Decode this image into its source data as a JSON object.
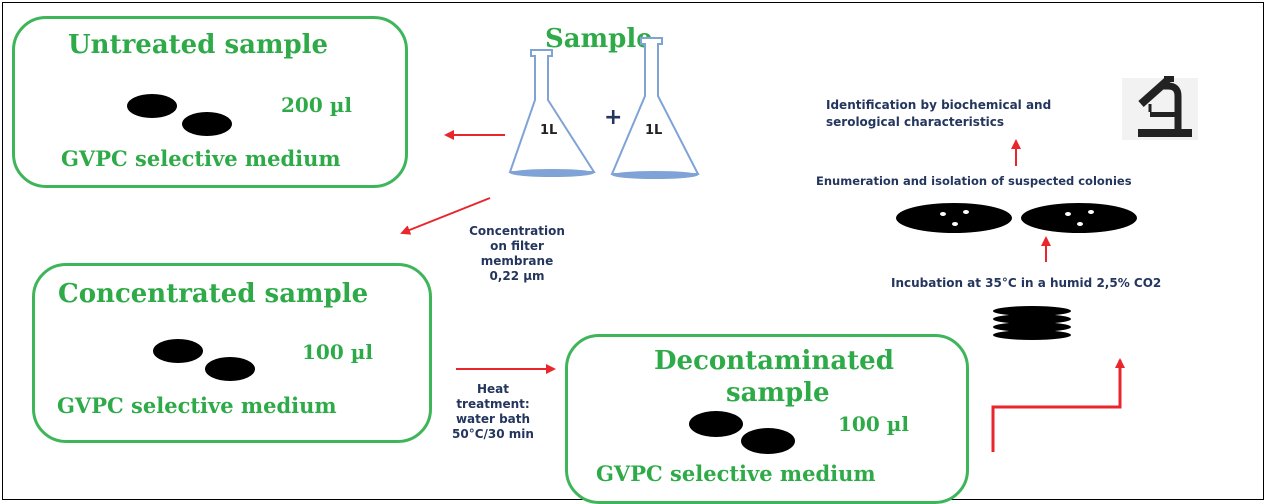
{
  "boxes": {
    "untreated": {
      "title": "Untreated sample",
      "volume": "200 µl",
      "medium": "GVPC selective medium"
    },
    "concentrated": {
      "title": "Concentrated sample",
      "volume": "100 µl",
      "medium": "GVPC selective medium"
    },
    "decontaminated": {
      "title_line1": "Decontaminated",
      "title_line2": "sample",
      "volume": "100 µl",
      "medium": "GVPC selective medium"
    }
  },
  "sample": {
    "title": "Sample",
    "flask_left": "1L",
    "plus": "+",
    "flask_right": "1L"
  },
  "steps": {
    "concentration": [
      "Concentration",
      "on filter",
      "membrane",
      "0,22 µm"
    ],
    "heat": [
      "Heat",
      "treatment:",
      "water bath",
      "50°C/30 min"
    ],
    "incubation": "Incubation at 35°C in a humid 2,5% CO2",
    "enumeration": "Enumeration and isolation of suspected colonies",
    "identification_line1": "Identification by biochemical and",
    "identification_line2": "serological characteristics"
  },
  "colors": {
    "box_border": "#3fb55a",
    "green_text": "#2faa48",
    "navy_text": "#24365e",
    "arrow": "#e8262b",
    "flask_fill": "#7fa3d6"
  }
}
